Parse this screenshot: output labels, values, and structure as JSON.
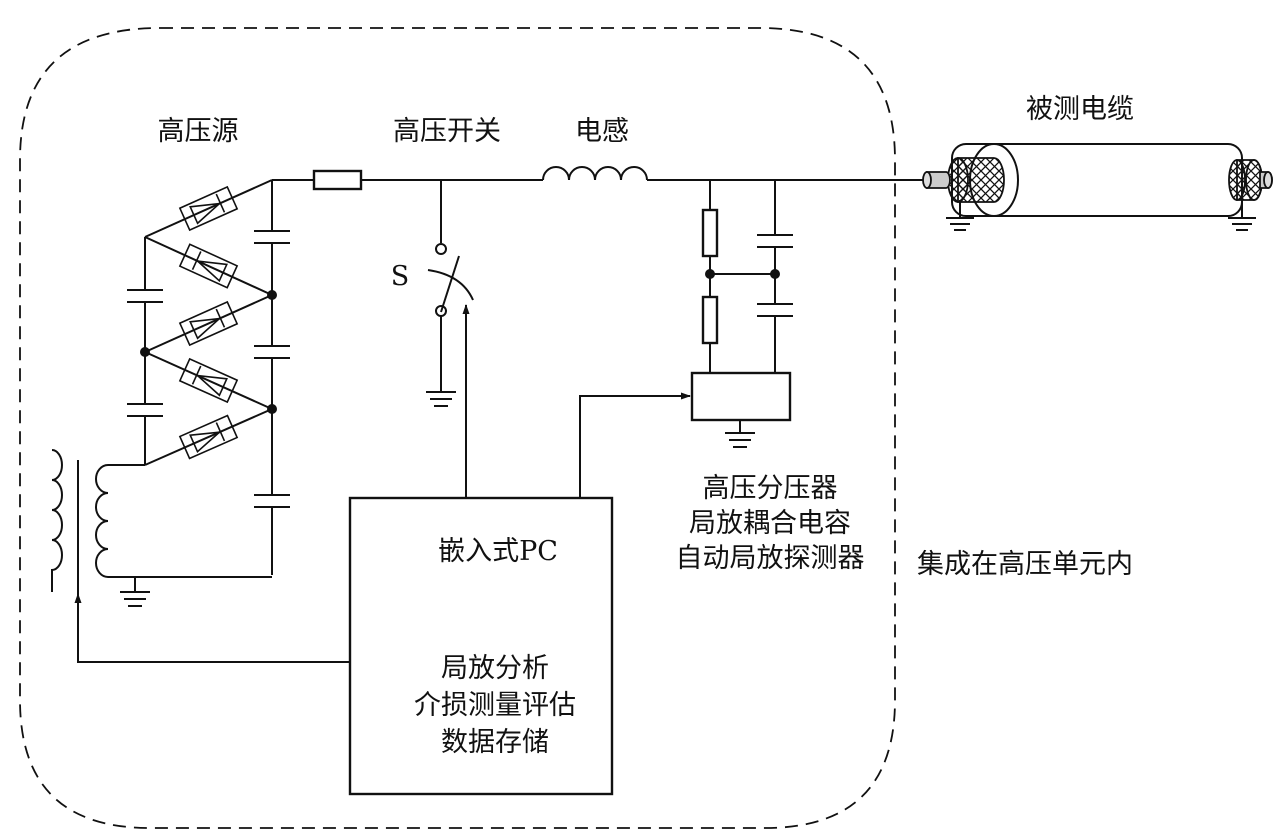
{
  "labels": {
    "hv_source": "高压源",
    "hv_switch": "高压开关",
    "inductor": "电感",
    "cable_under_test": "被测电缆",
    "switch_s": "S",
    "divider_line1": "高压分压器",
    "divider_line2": "局放耦合电容",
    "divider_line3": "自动局放探测器",
    "integrated_note": "集成在高压单元内",
    "pc_title": "嵌入式PC",
    "pc_func1": "局放分析",
    "pc_func2": "介损测量评估",
    "pc_func3": "数据存储"
  }
}
